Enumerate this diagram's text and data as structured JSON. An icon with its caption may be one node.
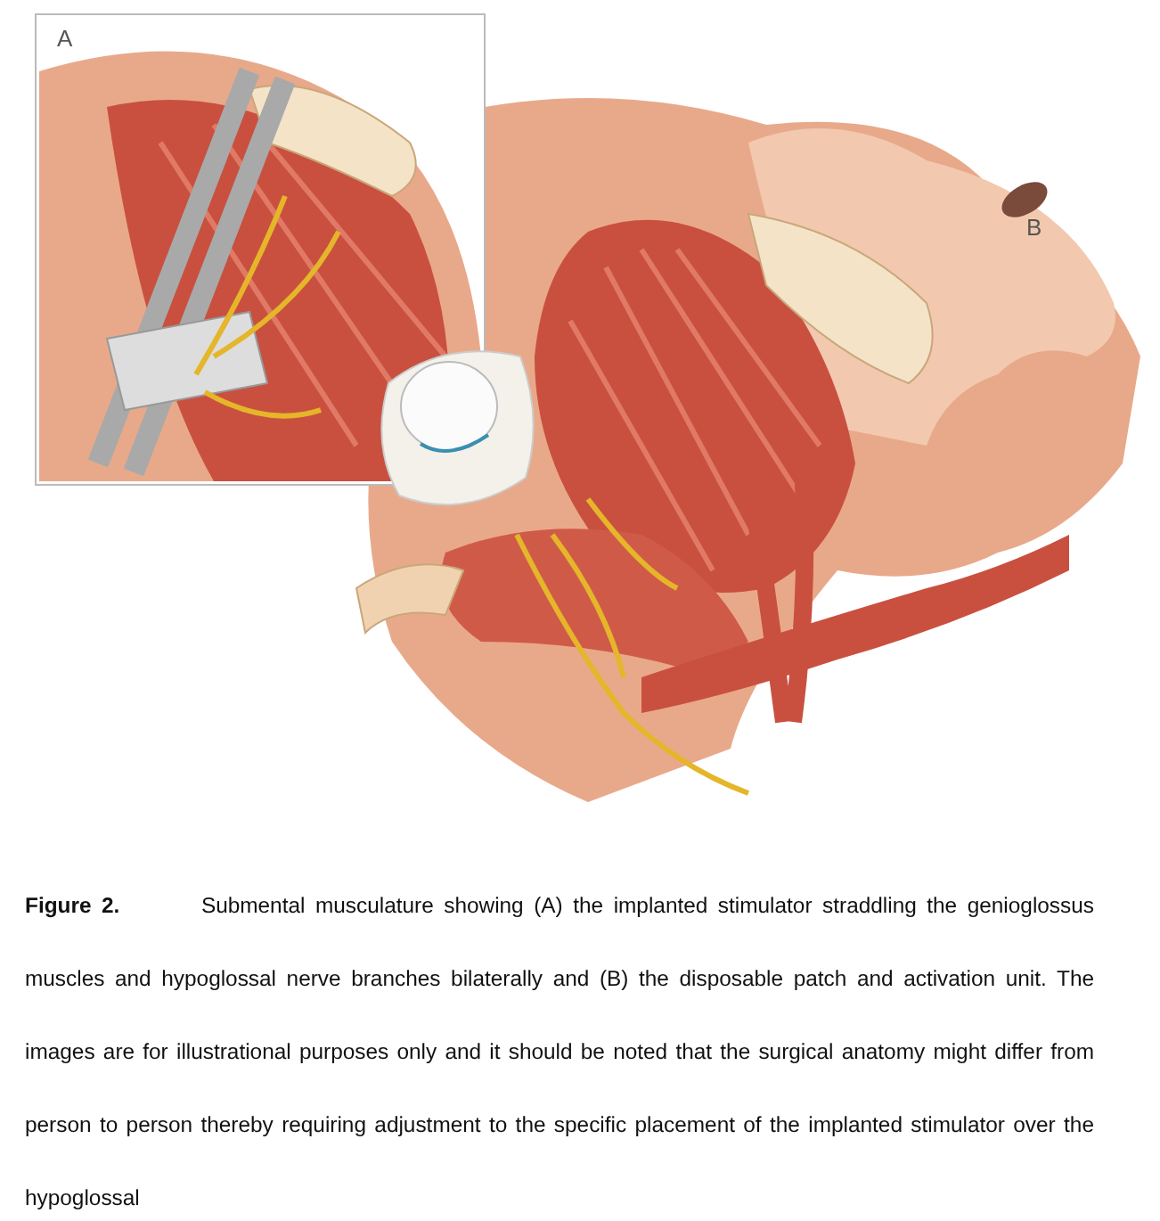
{
  "diagram": {
    "caption": "**Figure 2.** Submental musculature showing (A) the implanted stimulator straddling the genioglossus muscles and hypoglossal nerve branches bilaterally and (B) the disposable patch and activation unit. The images are for illustrational purposes only and it should be noted that the surgical anatomy might differ from person to person thereby requiring adjustment to the specific placement of the implanted stimulator over the hypoglossal",
    "labels": [
      "A",
      "B"
    ]
  }
}
